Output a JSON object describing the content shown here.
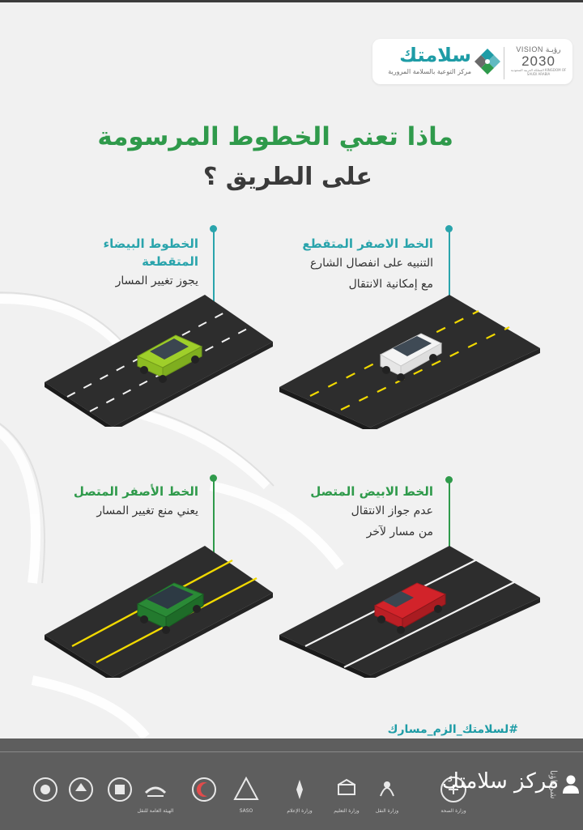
{
  "header": {
    "brand_name": "سلامتك",
    "brand_subtitle": "مركز التوعية بالسلامة المرورية",
    "vision_label": "VISION رؤيـة",
    "vision_year": "2030",
    "vision_sub": "المملكة العربية السعودية KINGDOM OF SAUDI ARABIA"
  },
  "title": {
    "line1": "ماذا تعني الخطوط المرسومة",
    "line2": "على الطريق ؟"
  },
  "cards": [
    {
      "heading": "الخط الاصفر المتقطع",
      "lines": [
        "التنبيه على انفصال الشارع",
        "مع إمكانية الانتقال"
      ],
      "car": "white",
      "marking": "yellow-dashed"
    },
    {
      "heading": "الخطوط البيضاء",
      "heading2": "المتقطعة",
      "lines": [
        "يجوز تغيير المسار"
      ],
      "car": "lime",
      "marking": "white-dashed"
    },
    {
      "heading": "الخط الابيض المتصل",
      "lines": [
        "عدم جواز الانتقال",
        "من مسار لآخر"
      ],
      "car": "red",
      "marking": "white-solid"
    },
    {
      "heading": "الخط الأصفر المتصل",
      "lines": [
        "يعني منع تغيير المسار"
      ],
      "car": "green",
      "marking": "yellow-solid"
    }
  ],
  "footer": {
    "hashtag": "#لسلامتك_الزم_مسارك",
    "partners_label": "شركاؤنا",
    "handle": "مركز سلامتك",
    "partners": [
      {
        "icon": "ministry-health-logo",
        "caption": "وزارة الصحة"
      },
      {
        "icon": "ministry-transport-logo",
        "caption": "وزارة النقل"
      },
      {
        "icon": "ministry-education-logo",
        "caption": "وزارة التعليم"
      },
      {
        "icon": "ministry-media-logo",
        "caption": "وزارة الإعلام"
      },
      {
        "icon": "saso-logo",
        "caption": "SASO"
      },
      {
        "icon": "red-crescent-logo",
        "caption": ""
      },
      {
        "icon": "transport-authority-logo",
        "caption": "الهيئة العامة للنقل"
      },
      {
        "icon": "traffic-police-logo",
        "caption": ""
      },
      {
        "icon": "security-emblem-logo",
        "caption": ""
      },
      {
        "icon": "police-emblem-logo",
        "caption": ""
      }
    ]
  },
  "colors": {
    "teal": "#2aa4ac",
    "green": "#2f9a4b",
    "road": "#333333",
    "footer": "#5e5e5e"
  }
}
